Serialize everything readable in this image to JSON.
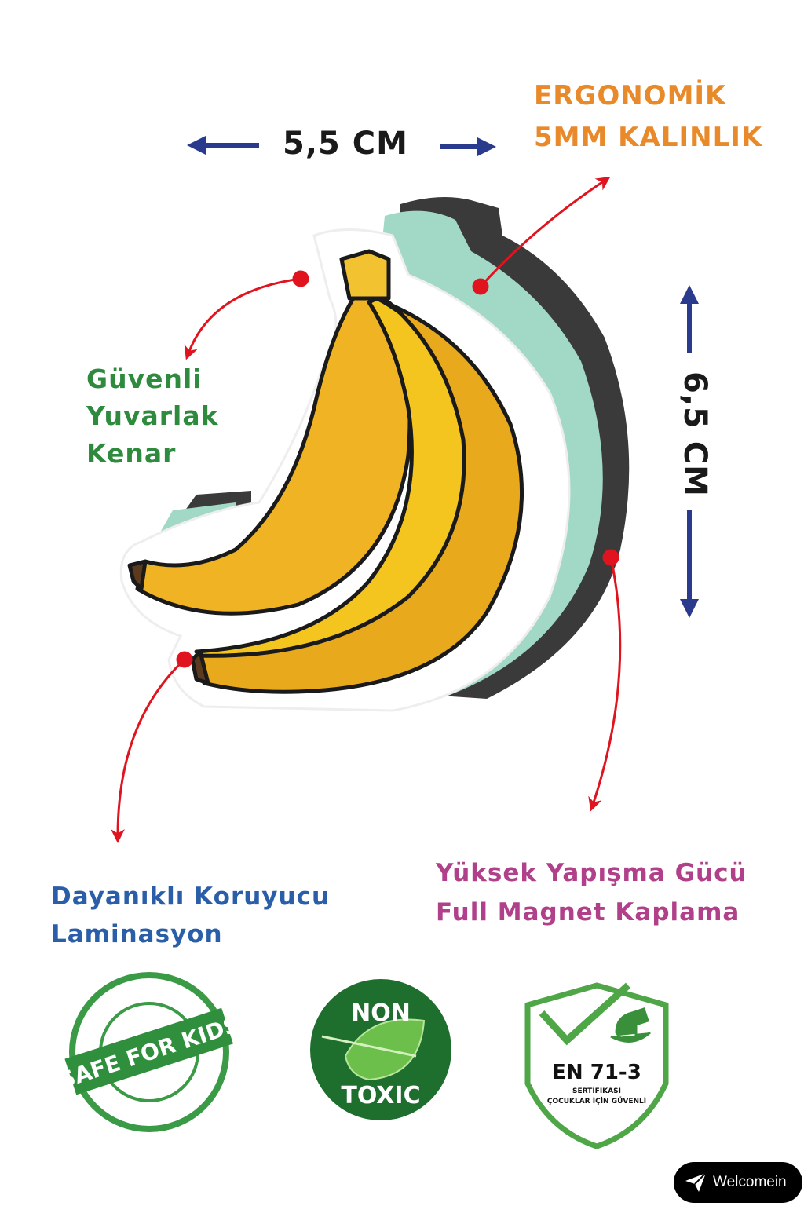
{
  "dimensions": {
    "width": "5,5 CM",
    "height": "6,5 CM"
  },
  "features": {
    "ergonomic": [
      "ERGONOMİK",
      "5MM KALINLIK"
    ],
    "safe_edge": [
      "Güvenli",
      "Yuvarlak",
      "Kenar"
    ],
    "lamination": [
      "Dayanıklı Koruyucu",
      "Laminasyon"
    ],
    "magnet": [
      "Yüksek Yapışma Gücü",
      "Full Magnet Kaplama"
    ]
  },
  "badges": {
    "safe_for_kids": "SAFE FOR KIDS",
    "non_toxic": [
      "NON",
      "TOXIC"
    ],
    "en71": {
      "title": "EN 71-3",
      "line1": "SERTİFİKASI",
      "line2": "ÇOCUKLAR İÇİN GÜVENLİ"
    }
  },
  "watermark_button": {
    "label": "Welcomein",
    "icon": "paper-plane-icon"
  },
  "colors": {
    "arrow_blue": "#2a3a8c",
    "pointer_red": "#e0141e",
    "orange": "#e8892a",
    "green": "#2e8b3e",
    "blue": "#2a5ea8",
    "pink": "#b0408a"
  }
}
